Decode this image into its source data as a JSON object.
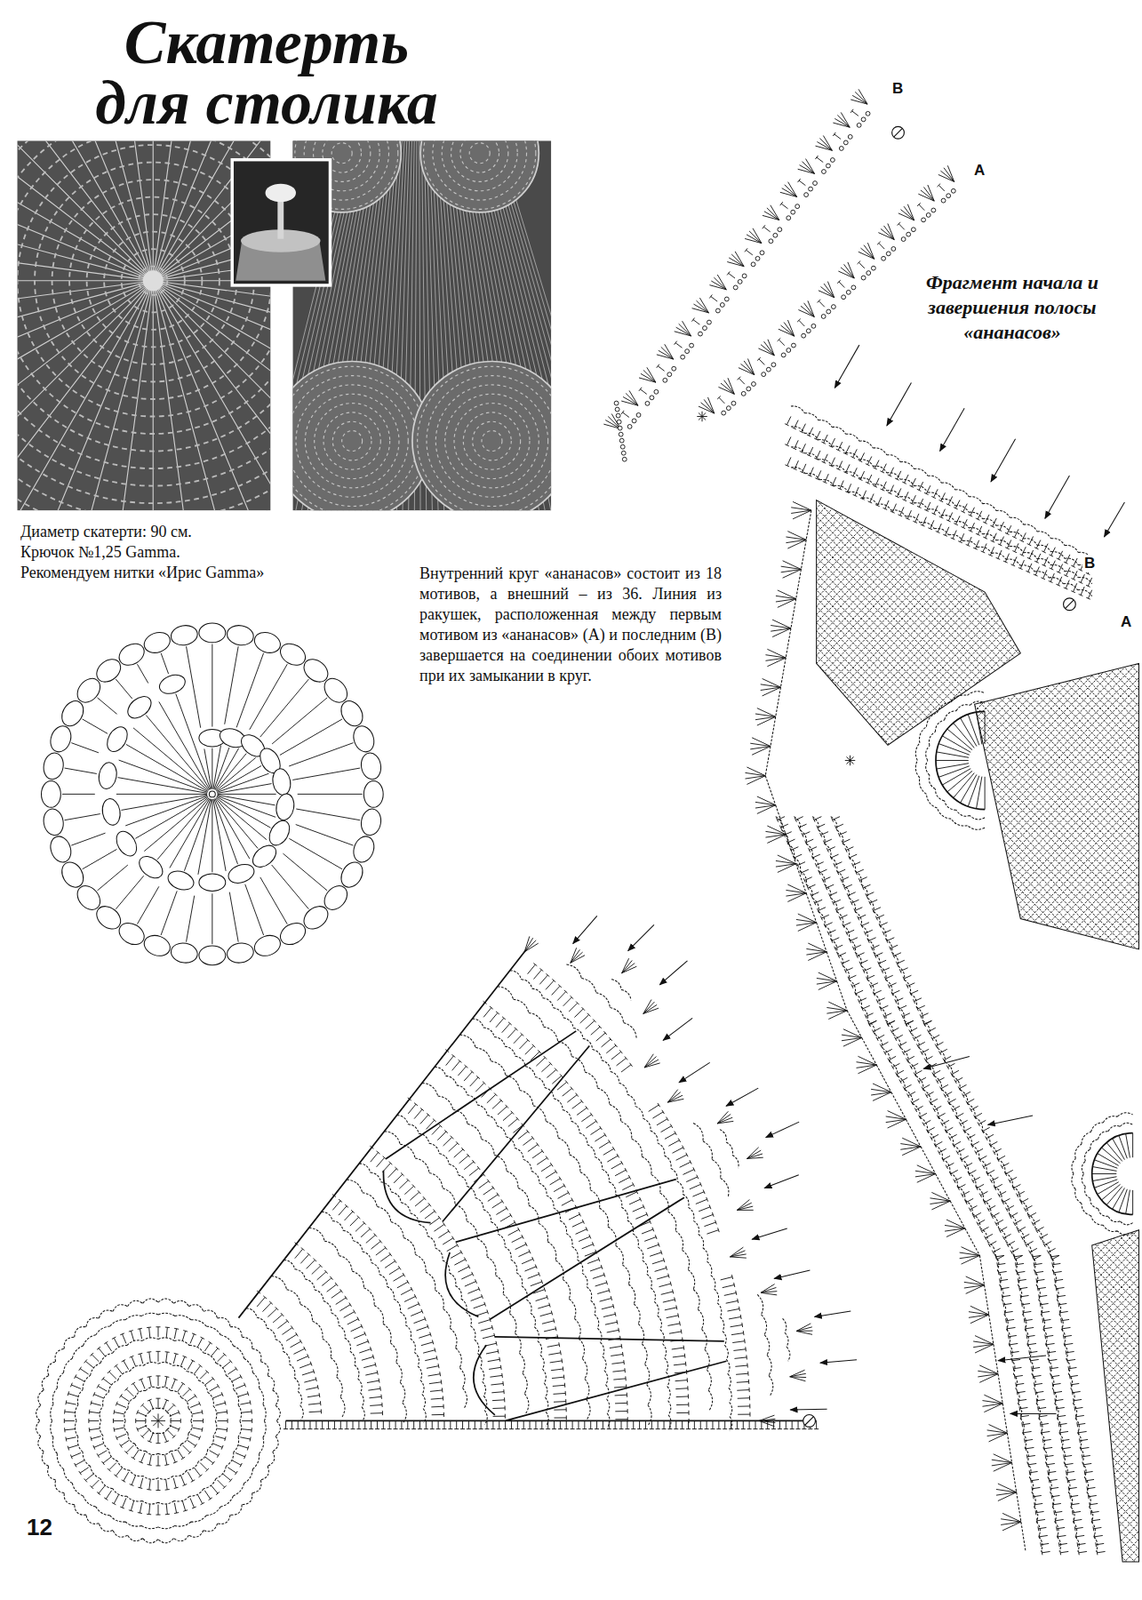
{
  "diagram": {
    "title": "Скатерть для столика",
    "labels": [
      "Диаметр скатерти: 90 см.",
      "Крючок №1,25 Gamma.",
      "Рекомендуем нитки «Ирис Gamma»",
      "Внутренний круг «ананасов» состоит из 18 мотивов, а внешний – из 36. Линия из ракушек, расположенная между первым мотивом из «ананасов» (А) и последним (В) завершается на соединении обоих мотивов при их замыкании в круг.",
      "Фрагмент начала и завершения полосы «ананасов»",
      "В",
      "А",
      "В",
      "А",
      "12"
    ]
  }
}
